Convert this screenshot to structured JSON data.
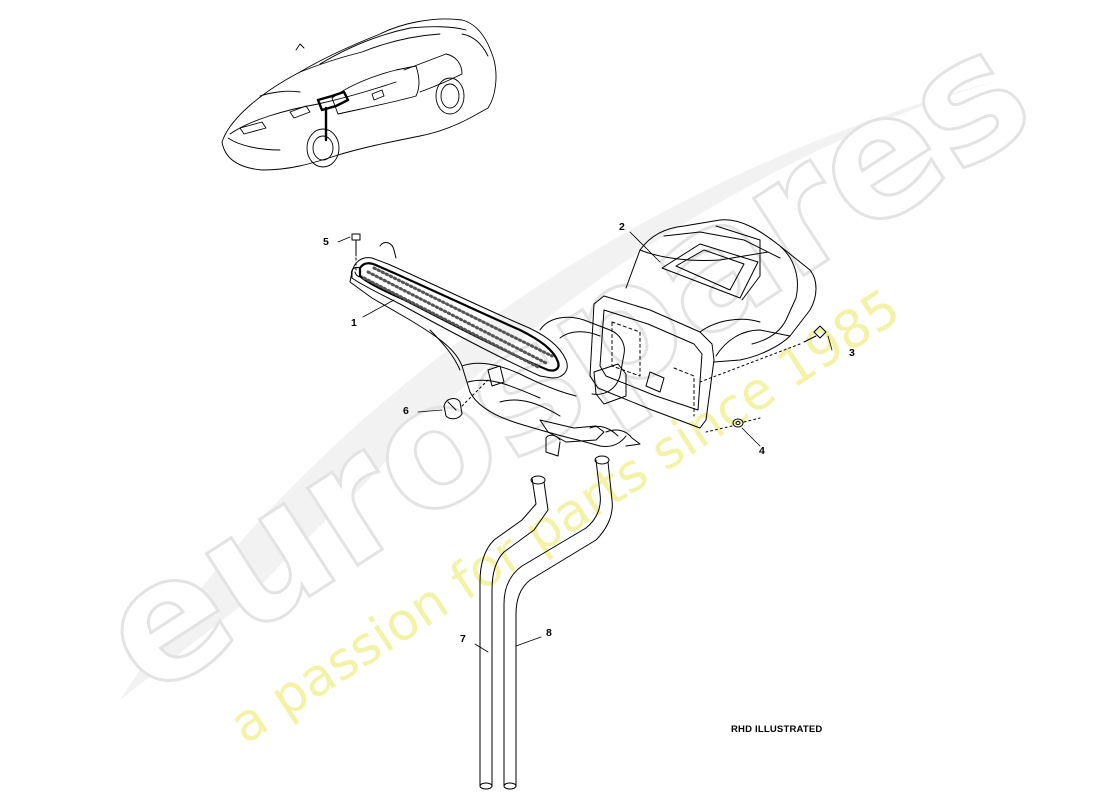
{
  "watermark": {
    "brand": "eurospares",
    "tagline": "a passion for parts since 1985",
    "brand_color": "#e3e3e3",
    "tagline_color": "#f3f3a8"
  },
  "callouts": [
    "1",
    "2",
    "3",
    "4",
    "5",
    "6",
    "7",
    "8"
  ],
  "note": "RHD ILLUSTRATED",
  "line_color": "#000000"
}
